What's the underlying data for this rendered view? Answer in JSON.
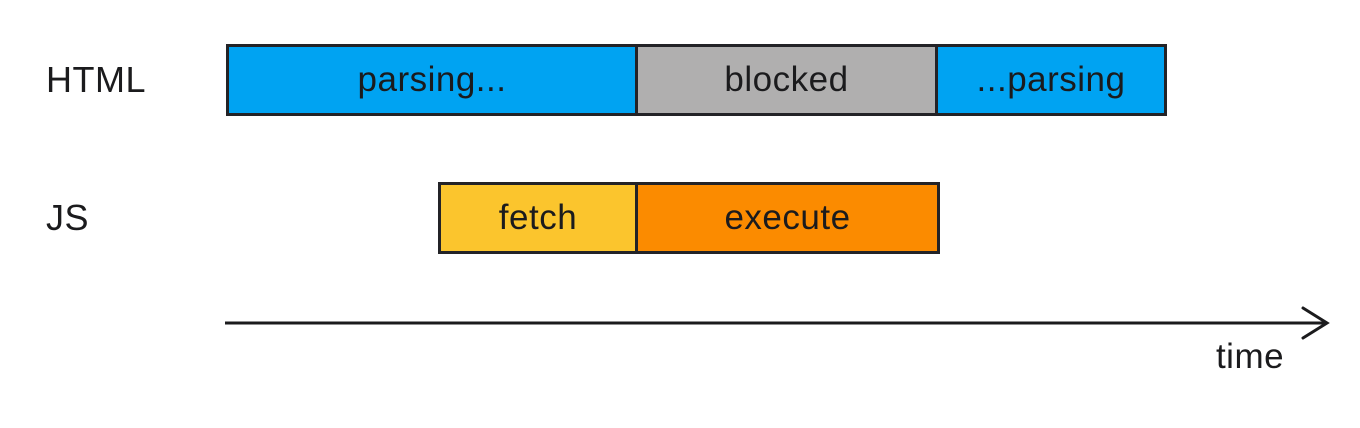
{
  "rows": [
    {
      "label": "HTML",
      "segments": [
        {
          "label": "parsing...",
          "color": "#00A3F2"
        },
        {
          "label": "blocked",
          "color": "#B0AFAF"
        },
        {
          "label": "...parsing",
          "color": "#00A3F2"
        }
      ]
    },
    {
      "label": "JS",
      "segments": [
        {
          "label": "fetch",
          "color": "#FBC52D"
        },
        {
          "label": "execute",
          "color": "#FB8B00"
        }
      ]
    }
  ],
  "axis": {
    "label": "time",
    "line_color": "#1B1B1D"
  },
  "colors": {
    "background": "#FFFFFF",
    "border": "#232327",
    "text": "#1B1B1D",
    "parsing_blue": "#00A3F2",
    "blocked_gray": "#B0AFAF",
    "fetch_yellow": "#FBC52D",
    "execute_orange": "#FB8B00"
  }
}
